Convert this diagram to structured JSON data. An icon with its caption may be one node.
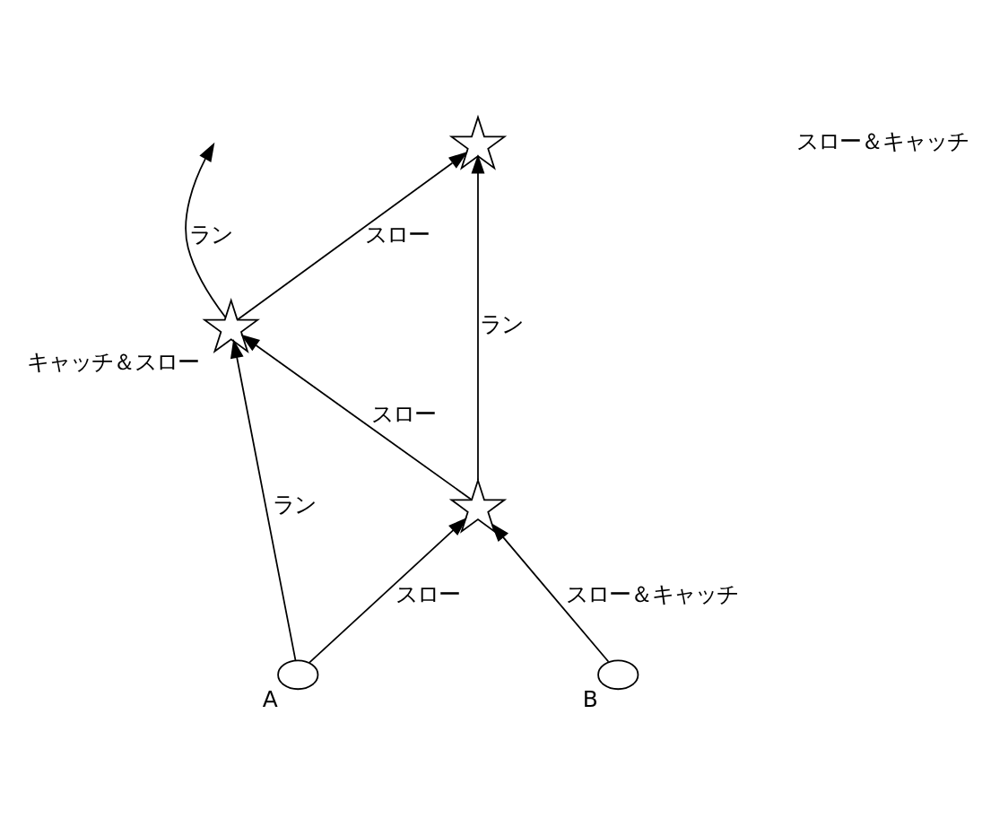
{
  "diagram": {
    "nodes": [
      {
        "text": [],
        "shape": "star"
      },
      {
        "text": [],
        "shape": "star",
        "beside": [
          "キャッチ＆スロー"
        ]
      },
      {
        "text": [],
        "shape": "star"
      },
      {
        "text": [],
        "shape": "circle",
        "beside": [
          "A"
        ]
      },
      {
        "text": [],
        "shape": "circle",
        "beside": [
          "B"
        ]
      }
    ],
    "edges": [
      {
        "from": 3,
        "to": 2,
        "arrow": "to",
        "label": "スロー"
      },
      {
        "from": 2,
        "to": 1,
        "arrow": "to",
        "label": "スロー"
      },
      {
        "from": 1,
        "to": 0,
        "arrow": "to",
        "label": "スロー"
      },
      {
        "from": 3,
        "to": 1,
        "arrow": "to",
        "label": "ラン"
      },
      {
        "from": 1,
        "to": null,
        "arrow": "to",
        "label": "ラン"
      },
      {
        "from": 4,
        "to": 2,
        "arrow": "to",
        "label": "スロー＆キャッチ"
      },
      {
        "from": 2,
        "to": 0,
        "arrow": "to",
        "label": "ラン"
      }
    ],
    "labels": [
      "スロー＆キャッチ"
    ]
  }
}
